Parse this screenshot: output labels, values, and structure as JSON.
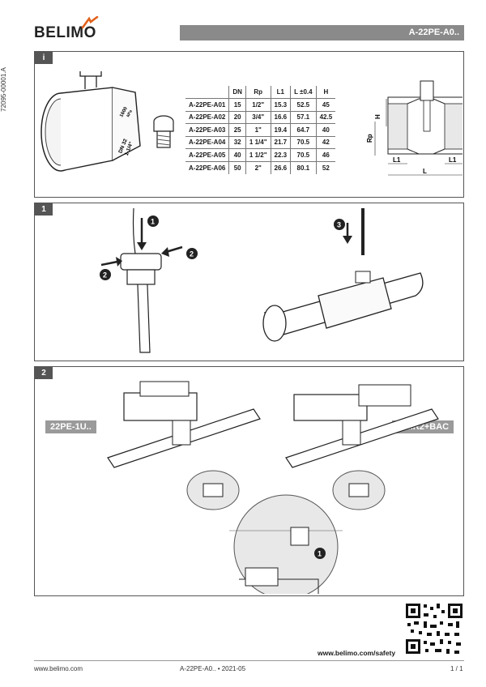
{
  "header": {
    "brand": "BELIMO",
    "title": "A-22PE-A0.."
  },
  "side_code": "72095-00001.A",
  "section_info": {
    "tag": "i",
    "valve_marking": {
      "pressure": "1600",
      "unit": "kPa",
      "dn": "DN 32",
      "size": "1-1/4\""
    },
    "table": {
      "headers": [
        "",
        "DN",
        "Rp",
        "L1",
        "L ±0.4",
        "H"
      ],
      "rows": [
        [
          "A-22PE-A01",
          "15",
          "1/2\"",
          "15.3",
          "52.5",
          "45"
        ],
        [
          "A-22PE-A02",
          "20",
          "3/4\"",
          "16.6",
          "57.1",
          "42.5"
        ],
        [
          "A-22PE-A03",
          "25",
          "1\"",
          "19.4",
          "64.7",
          "40"
        ],
        [
          "A-22PE-A04",
          "32",
          "1 1/4\"",
          "21.7",
          "70.5",
          "42"
        ],
        [
          "A-22PE-A05",
          "40",
          "1 1/2\"",
          "22.3",
          "70.5",
          "46"
        ],
        [
          "A-22PE-A06",
          "50",
          "2\"",
          "26.6",
          "80.1",
          "52"
        ]
      ]
    },
    "dimension_labels": {
      "h": "H",
      "rp": "Rp",
      "l1": "L1",
      "l": "L"
    }
  },
  "section_1": {
    "tag": "1",
    "callouts": [
      "1",
      "2",
      "3"
    ]
  },
  "section_2": {
    "tag": "2",
    "left_label": "22PE-1U..",
    "right_label": "EV..R2+BAC",
    "callout": "1"
  },
  "footer": {
    "safety_link": "www.belimo.com/safety",
    "website": "www.belimo.com",
    "doc_ref": "A-22PE-A0.. • 2021-05",
    "page": "1 / 1"
  },
  "colors": {
    "accent_bar": "#8a8a8a",
    "tag_bg": "#555555",
    "brand_orange": "#e2611b"
  }
}
